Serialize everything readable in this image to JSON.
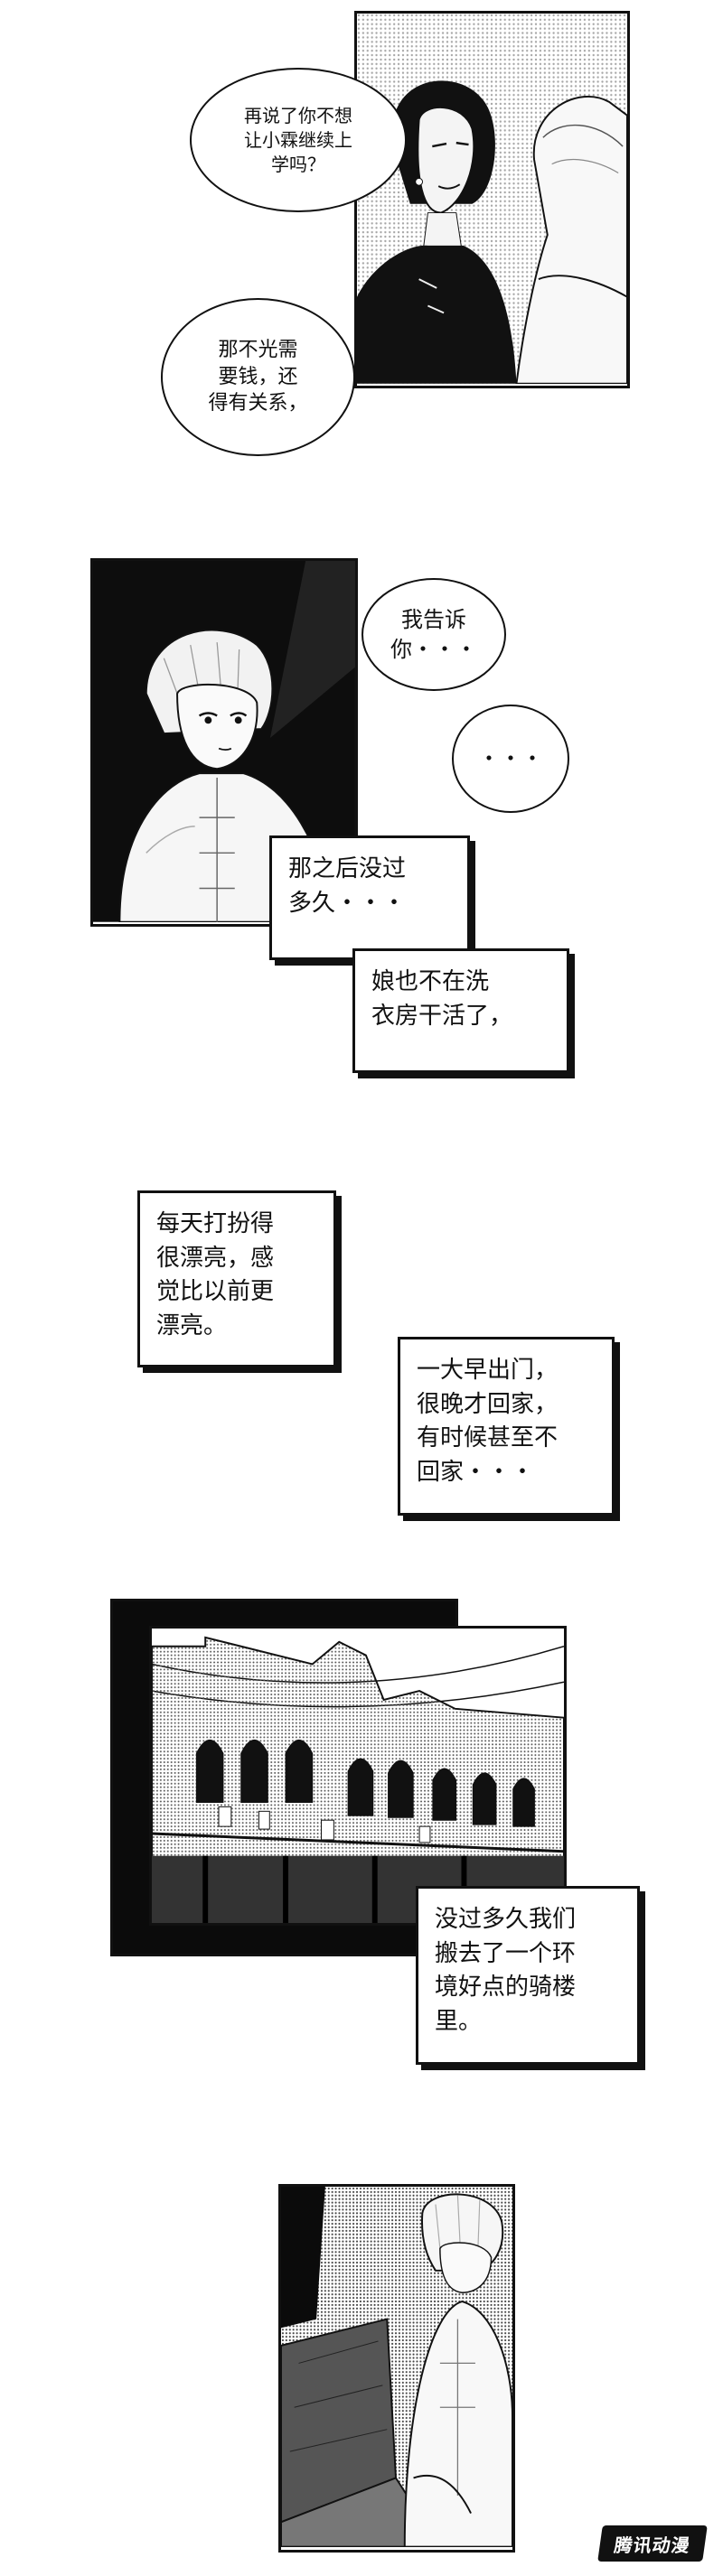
{
  "panel1": {
    "bubble_top": "再说了你不想\n让小霖继续上\n学吗？",
    "bubble_bottom": "那不光需\n要钱，还\n得有关系，"
  },
  "panel2": {
    "bubble_tell": "我告诉\n你・・・",
    "bubble_dots": "・・・",
    "caption_after": "那之后没过\n多久・・・",
    "caption_mother": "娘也不在洗\n衣房干活了，"
  },
  "narration": {
    "caption_dressed": "每天打扮得\n很漂亮，感\n觉比以前更\n漂亮。",
    "caption_out": "一大早出门，\n很晚才回家，\n有时候甚至不\n回家・・・"
  },
  "panel3": {
    "caption_moved": "没过多久我们\n搬去了一个环\n境好点的骑楼\n里。"
  },
  "watermark": {
    "text": "腾讯动漫"
  }
}
